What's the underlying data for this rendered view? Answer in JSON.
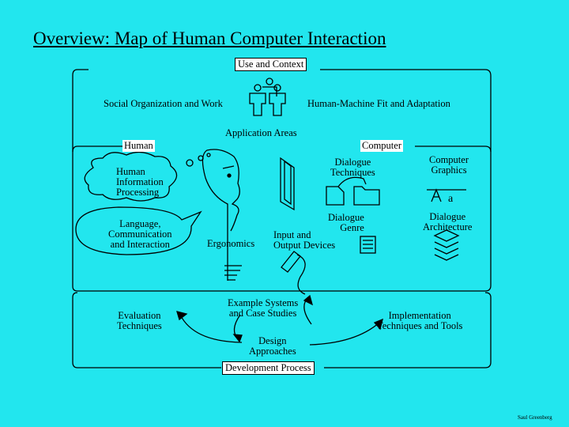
{
  "title": "Overview: Map of Human Computer Interaction",
  "sections": {
    "use_context": "Use and Context",
    "human": "Human",
    "computer": "Computer",
    "development": "Development Process"
  },
  "labels": {
    "social": "Social Organization and Work",
    "human_machine": "Human-Machine Fit and Adaptation",
    "application": "Application Areas",
    "hip": [
      "Human",
      "Information",
      "Processing"
    ],
    "language": [
      "Language,",
      "Communication",
      "and Interaction"
    ],
    "ergonomics": "Ergonomics",
    "dialogue_tech": [
      "Dialogue",
      "Techniques"
    ],
    "dialogue_genre": [
      "Dialogue",
      "Genre"
    ],
    "io": [
      "Input and",
      "Output Devices"
    ],
    "graphics": [
      "Computer",
      "Graphics"
    ],
    "architecture": [
      "Dialogue",
      "Architecture"
    ],
    "evaluation": [
      "Evaluation",
      "Techniques"
    ],
    "examples": [
      "Example Systems",
      "and Case Studies"
    ],
    "implementation": [
      "Implementation",
      "Techniques and Tools"
    ],
    "design": [
      "Design",
      "Approaches"
    ]
  },
  "credit": "Saul Greenberg",
  "colors": {
    "background": "#22e6ee",
    "ink": "#000000",
    "box": "#ffffff"
  }
}
